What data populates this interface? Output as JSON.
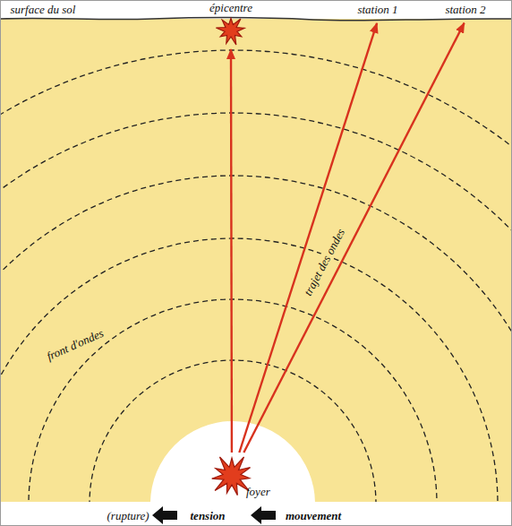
{
  "diagram": {
    "nodes": [
      {
        "text": [
          "épicentre"
        ]
      },
      {
        "text": [
          "station 1"
        ]
      },
      {
        "text": [
          "station 2"
        ]
      },
      {
        "text": [
          "foyer"
        ]
      }
    ],
    "edges": [
      {
        "from": 3,
        "to": 0,
        "arrow": "to"
      },
      {
        "from": 3,
        "to": 1,
        "arrow": "to"
      },
      {
        "from": 3,
        "to": 2,
        "arrow": "to"
      }
    ],
    "labels": [
      "surface du sol",
      "front d'ondes",
      "trajet des ondes",
      "(rupture)",
      "tension",
      "mouvement"
    ]
  }
}
